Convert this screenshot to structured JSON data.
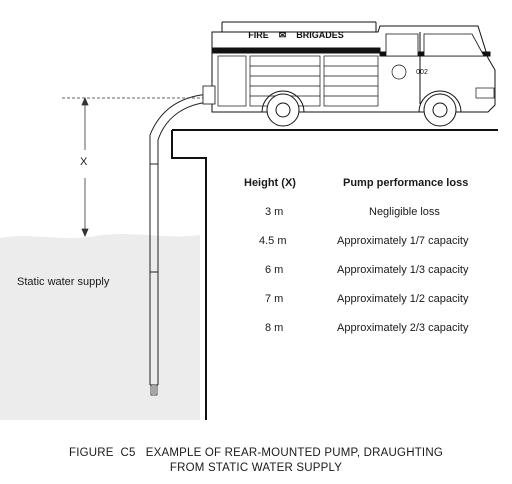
{
  "truck": {
    "side_text": "FIRE    ✉    BRIGADES",
    "number": "002"
  },
  "dimension_label": "X",
  "water_label": "Static water supply",
  "table": {
    "headers": [
      "Height (X)",
      "Pump performance loss"
    ],
    "rows": [
      [
        "3 m",
        "Negligible loss"
      ],
      [
        "4.5 m",
        "Approximately 1/7 capacity"
      ],
      [
        "6 m",
        "Approximately 1/3 capacity"
      ],
      [
        "7 m",
        "Approximately 1/2 capacity"
      ],
      [
        "8 m",
        "Approximately 2/3 capacity"
      ]
    ]
  },
  "caption": {
    "line1": "FIGURE  C5   EXAMPLE OF REAR-MOUNTED PUMP, DRAUGHTING",
    "line2": "FROM STATIC WATER SUPPLY"
  }
}
